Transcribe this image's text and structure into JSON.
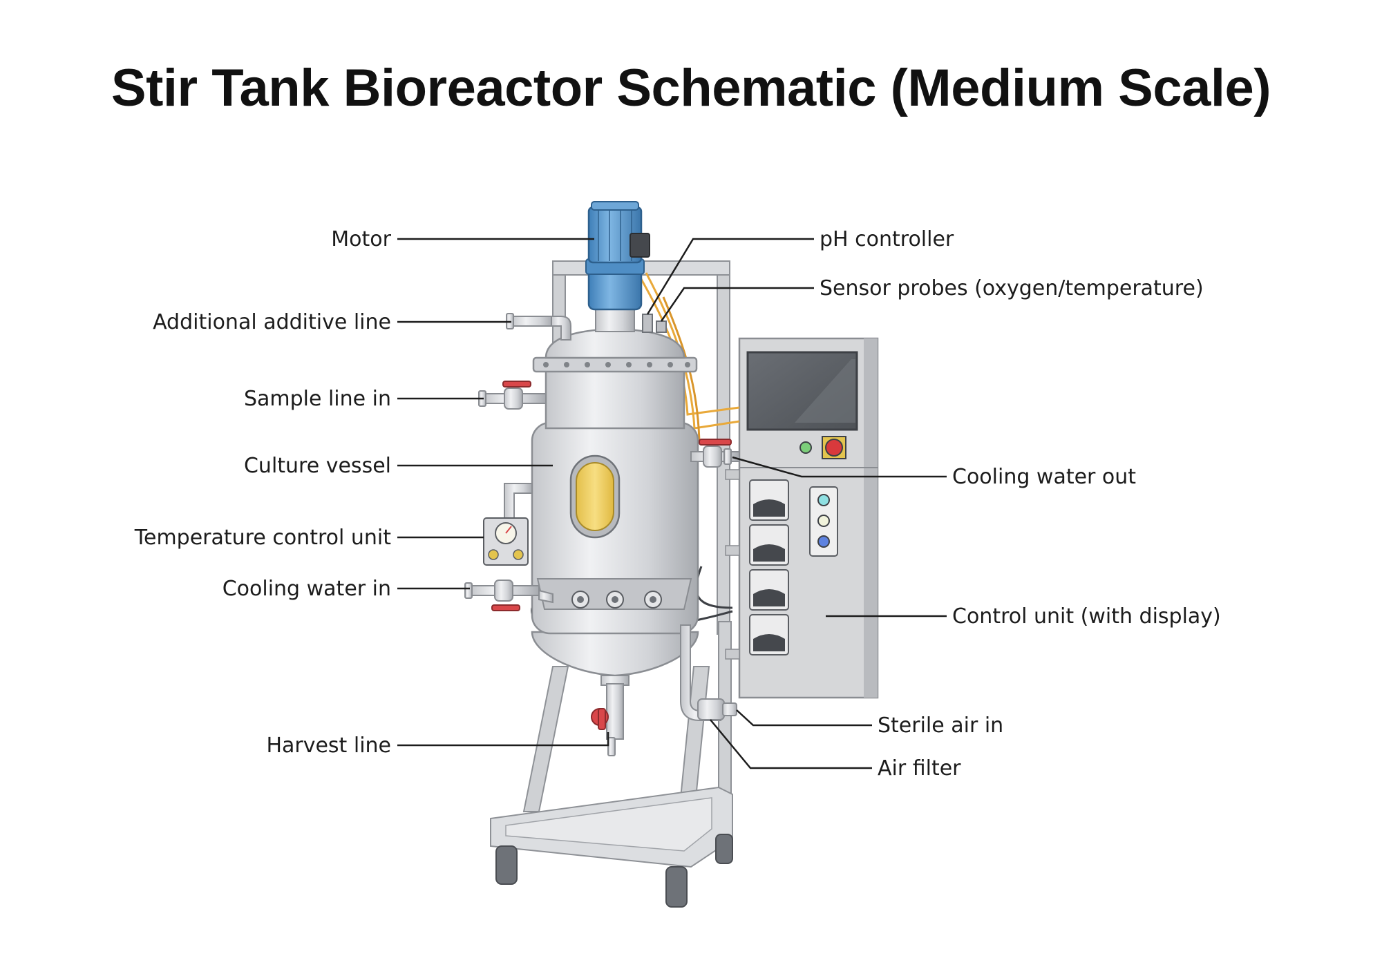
{
  "title": "Stir Tank Bioreactor Schematic (Medium Scale)",
  "labels_left": [
    {
      "id": "motor",
      "text": "Motor"
    },
    {
      "id": "additive",
      "text": "Additional additive line"
    },
    {
      "id": "sample",
      "text": "Sample line in"
    },
    {
      "id": "vessel",
      "text": "Culture vessel"
    },
    {
      "id": "temp",
      "text": "Temperature control unit"
    },
    {
      "id": "coolin",
      "text": "Cooling water in"
    },
    {
      "id": "harvest",
      "text": "Harvest line"
    }
  ],
  "labels_right": [
    {
      "id": "ph",
      "text": "pH controller"
    },
    {
      "id": "probes",
      "text": "Sensor probes (oxygen/temperature)"
    },
    {
      "id": "coolout",
      "text": "Cooling water out"
    },
    {
      "id": "control",
      "text": "Control unit (with display)"
    },
    {
      "id": "air",
      "text": "Sterile air in"
    },
    {
      "id": "filter",
      "text": "Air filter"
    }
  ],
  "colors": {
    "motor": "#5b9bd1",
    "steel": "#d4d6d9",
    "steel_dark": "#a9acb1",
    "window": "#f2d46a",
    "valve": "#d9474a",
    "cable": "#e9a93a",
    "panel": "#d9d9d9",
    "screen": "#5f6369"
  }
}
